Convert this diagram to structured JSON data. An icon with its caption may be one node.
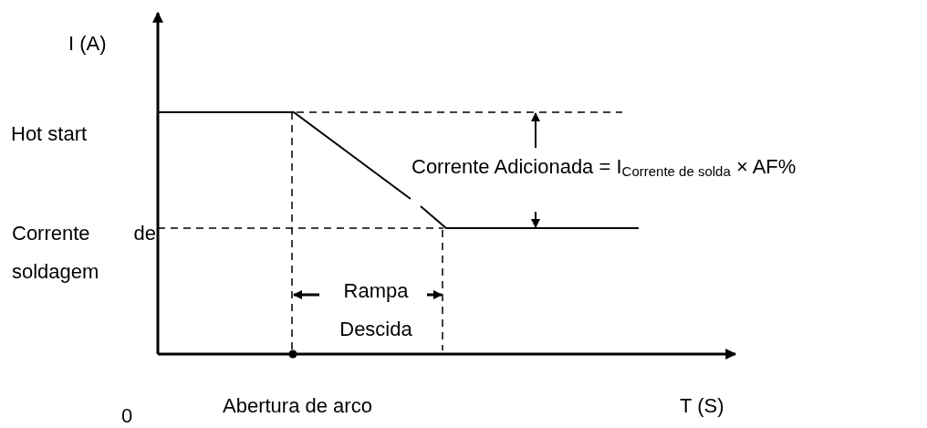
{
  "diagram": {
    "labels": [
      "I (A)",
      "Hot start",
      "Corrente Adicionada = I$_{Corrente de solda}$ × AF%",
      "Corrente de soldagem",
      "Rampa Descida",
      "0",
      "Abertura de arco",
      "T (S)"
    ]
  }
}
